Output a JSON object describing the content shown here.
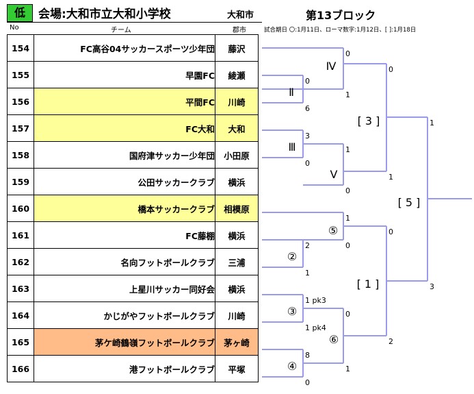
{
  "header": {
    "tag": "低",
    "venue": "会場:大和市立大和小学校",
    "city": "大和市",
    "block": "第13ブロック",
    "col_no": "No",
    "col_team": "チーム",
    "col_city": "郡市",
    "note": "試合期日 〇:1月11日、ローマ数字:1月12日、[ ]:1月18日"
  },
  "teams": [
    {
      "no": "154",
      "name": "FC高谷04サッカースポーツ少年団",
      "city": "藤沢",
      "color": ""
    },
    {
      "no": "155",
      "name": "早園FC",
      "city": "綾瀬",
      "color": ""
    },
    {
      "no": "156",
      "name": "平間FC",
      "city": "川崎",
      "color": "#ffff99"
    },
    {
      "no": "157",
      "name": "FC大和",
      "city": "大和",
      "color": "#ffff99"
    },
    {
      "no": "158",
      "name": "国府津サッカー少年団",
      "city": "小田原",
      "color": ""
    },
    {
      "no": "159",
      "name": "公田サッカークラブ",
      "city": "横浜",
      "color": ""
    },
    {
      "no": "160",
      "name": "橋本サッカークラブ",
      "city": "相模原",
      "color": "#ffff99"
    },
    {
      "no": "161",
      "name": "FC藤棚",
      "city": "横浜",
      "color": ""
    },
    {
      "no": "162",
      "name": "名向フットボールクラブ",
      "city": "三浦",
      "color": ""
    },
    {
      "no": "163",
      "name": "上星川サッカー同好会",
      "city": "横浜",
      "color": ""
    },
    {
      "no": "164",
      "name": "かじがやフットボールクラブ",
      "city": "川崎",
      "color": ""
    },
    {
      "no": "165",
      "name": "茅ケ崎鶴嶺フットボールクラブ",
      "city": "茅ヶ崎",
      "color": "#ffbb88"
    },
    {
      "no": "166",
      "name": "港フットボールクラブ",
      "city": "平塚",
      "color": ""
    }
  ],
  "bracket": {
    "line_color": "#9999ee",
    "matches": [
      {
        "label": "Ⅳ",
        "s1": "0",
        "s2": "1"
      },
      {
        "label": "Ⅱ",
        "s1": "0",
        "s2": "6"
      },
      {
        "label": "[ 3 ]",
        "s1": "0",
        "s2": "1"
      },
      {
        "label": "Ⅲ",
        "s1": "3",
        "s2": "0"
      },
      {
        "label": "Ⅴ",
        "s1": "1",
        "s2": "0"
      },
      {
        "label": "[ 5 ]",
        "s1": "1",
        "s2": "3"
      },
      {
        "label": "⑤",
        "s1": "1",
        "s2": "0"
      },
      {
        "label": "②",
        "s1": "2",
        "s2": "1"
      },
      {
        "label": "[ 1 ]",
        "s1": "0",
        "s2": "2"
      },
      {
        "label": "③",
        "s1": "1 pk3",
        "s2": "1 pk4"
      },
      {
        "label": "⑥",
        "s1": "0",
        "s2": "1"
      },
      {
        "label": "④",
        "s1": "8",
        "s2": "0"
      }
    ]
  }
}
